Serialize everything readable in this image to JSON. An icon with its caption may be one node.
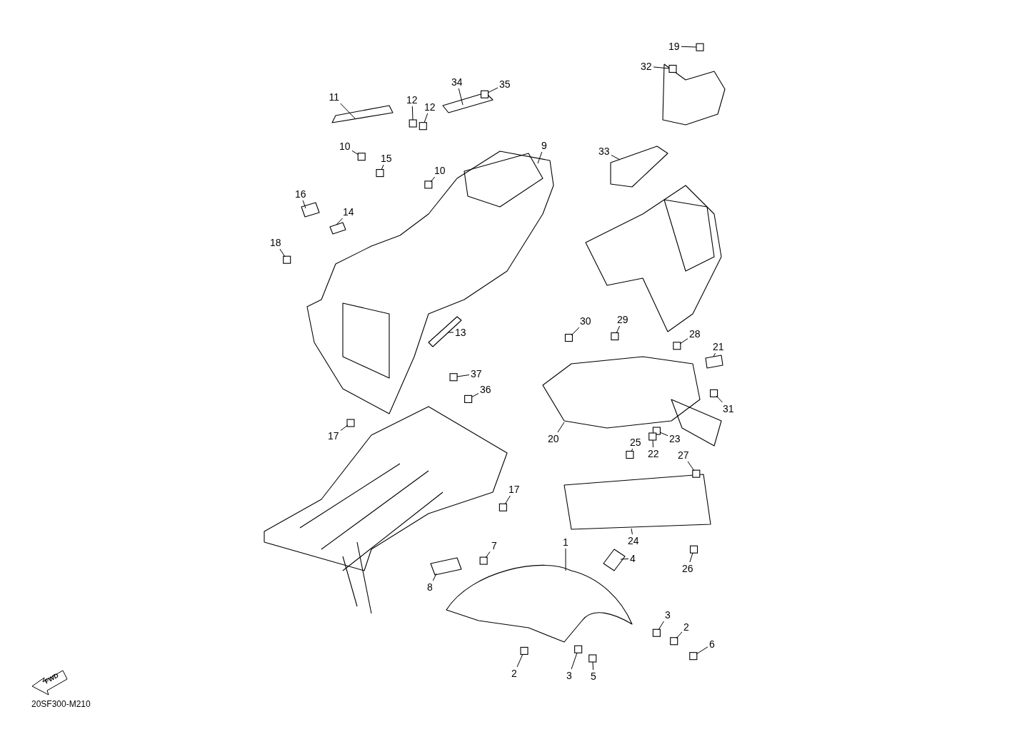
{
  "diagram": {
    "nodes": [
      {
        "text": [
          "19"
        ]
      },
      {
        "text": [
          "32"
        ]
      },
      {
        "text": [
          "34"
        ]
      },
      {
        "text": [
          "35"
        ]
      },
      {
        "text": [
          "11"
        ]
      },
      {
        "text": [
          "12"
        ]
      },
      {
        "text": [
          "12"
        ]
      },
      {
        "text": [
          "9"
        ]
      },
      {
        "text": [
          "10"
        ]
      },
      {
        "text": [
          "15"
        ]
      },
      {
        "text": [
          "33"
        ]
      },
      {
        "text": [
          "10"
        ]
      },
      {
        "text": [
          "16"
        ]
      },
      {
        "text": [
          "14"
        ]
      },
      {
        "text": [
          "18"
        ]
      },
      {
        "text": [
          "30"
        ]
      },
      {
        "text": [
          "29"
        ]
      },
      {
        "text": [
          "28"
        ]
      },
      {
        "text": [
          "13"
        ]
      },
      {
        "text": [
          "21"
        ]
      },
      {
        "text": [
          "37"
        ]
      },
      {
        "text": [
          "31"
        ]
      },
      {
        "text": [
          "36"
        ]
      },
      {
        "text": [
          "20"
        ]
      },
      {
        "text": [
          "17"
        ]
      },
      {
        "text": [
          "23"
        ]
      },
      {
        "text": [
          "22"
        ]
      },
      {
        "text": [
          "25"
        ]
      },
      {
        "text": [
          "27"
        ]
      },
      {
        "text": [
          "17"
        ]
      },
      {
        "text": [
          "24"
        ]
      },
      {
        "text": [
          "1"
        ]
      },
      {
        "text": [
          "7"
        ]
      },
      {
        "text": [
          "4"
        ]
      },
      {
        "text": [
          "26"
        ]
      },
      {
        "text": [
          "8"
        ]
      },
      {
        "text": [
          "3"
        ]
      },
      {
        "text": [
          "2"
        ]
      },
      {
        "text": [
          "6"
        ]
      },
      {
        "text": [
          "2"
        ]
      },
      {
        "text": [
          "3"
        ]
      },
      {
        "text": [
          "5"
        ]
      },
      {
        "text": [],
        "shape": "box"
      },
      {
        "text": [],
        "shape": "box"
      },
      {
        "text": [],
        "shape": "picture"
      },
      {
        "text": [],
        "shape": "box"
      },
      {
        "text": [],
        "shape": "picture"
      },
      {
        "text": [],
        "shape": "box"
      },
      {
        "text": [],
        "shape": "box"
      },
      {
        "text": [],
        "shape": "picture"
      },
      {
        "text": [],
        "shape": "box"
      },
      {
        "text": [],
        "shape": "box"
      },
      {
        "text": [],
        "shape": "picture"
      },
      {
        "text": [],
        "shape": "box"
      },
      {
        "text": [],
        "shape": "picture"
      },
      {
        "text": [],
        "shape": "picture"
      },
      {
        "text": [],
        "shape": "box"
      },
      {
        "text": [],
        "shape": "box"
      },
      {
        "text": [],
        "shape": "box"
      },
      {
        "text": [],
        "shape": "box"
      },
      {
        "text": [],
        "shape": "picture"
      },
      {
        "text": [],
        "shape": "box"
      },
      {
        "text": [],
        "shape": "box"
      },
      {
        "text": [],
        "shape": "box"
      },
      {
        "text": [],
        "shape": "box"
      },
      {
        "text": [],
        "shape": "picture"
      },
      {
        "text": [],
        "shape": "box"
      },
      {
        "text": [],
        "shape": "box"
      },
      {
        "text": [],
        "shape": "box"
      },
      {
        "text": [],
        "shape": "box"
      },
      {
        "text": [],
        "shape": "box"
      },
      {
        "text": [],
        "shape": "box"
      },
      {
        "text": [],
        "shape": "box"
      },
      {
        "text": [],
        "shape": "picture"
      },
      {
        "text": [],
        "shape": "box"
      },
      {
        "text": [],
        "shape": "picture"
      },
      {
        "text": [],
        "shape": "box"
      },
      {
        "text": [],
        "shape": "picture"
      },
      {
        "text": [],
        "shape": "box"
      },
      {
        "text": [],
        "shape": "box"
      },
      {
        "text": [],
        "shape": "box"
      },
      {
        "text": [],
        "shape": "box"
      },
      {
        "text": [],
        "shape": "box"
      },
      {
        "text": [],
        "shape": "box"
      }
    ],
    "edges": [
      {
        "from": 0,
        "to": 42,
        "arrow": "none"
      },
      {
        "from": 1,
        "to": 43,
        "arrow": "none"
      },
      {
        "from": 2,
        "to": 44,
        "arrow": "none"
      },
      {
        "from": 3,
        "to": 45,
        "arrow": "none"
      },
      {
        "from": 4,
        "to": 46,
        "arrow": "none"
      },
      {
        "from": 5,
        "to": 47,
        "arrow": "none"
      },
      {
        "from": 6,
        "to": 48,
        "arrow": "none"
      },
      {
        "from": 7,
        "to": 49,
        "arrow": "none"
      },
      {
        "from": 8,
        "to": 50,
        "arrow": "none"
      },
      {
        "from": 9,
        "to": 51,
        "arrow": "none"
      },
      {
        "from": 10,
        "to": 52,
        "arrow": "none"
      },
      {
        "from": 11,
        "to": 53,
        "arrow": "none"
      },
      {
        "from": 12,
        "to": 54,
        "arrow": "none"
      },
      {
        "from": 13,
        "to": 55,
        "arrow": "none"
      },
      {
        "from": 14,
        "to": 56,
        "arrow": "none"
      },
      {
        "from": 15,
        "to": 57,
        "arrow": "none"
      },
      {
        "from": 16,
        "to": 58,
        "arrow": "none"
      },
      {
        "from": 17,
        "to": 59,
        "arrow": "none"
      },
      {
        "from": 18,
        "to": 60,
        "arrow": "none"
      },
      {
        "from": 19,
        "to": 61,
        "arrow": "none"
      },
      {
        "from": 20,
        "to": 62,
        "arrow": "none"
      },
      {
        "from": 21,
        "to": 63,
        "arrow": "none"
      },
      {
        "from": 22,
        "to": 64,
        "arrow": "none"
      },
      {
        "from": 23,
        "to": 65,
        "arrow": "none"
      },
      {
        "from": 24,
        "to": 66,
        "arrow": "none"
      },
      {
        "from": 25,
        "to": 67,
        "arrow": "none"
      },
      {
        "from": 26,
        "to": 68,
        "arrow": "none"
      },
      {
        "from": 27,
        "to": 69,
        "arrow": "none"
      },
      {
        "from": 28,
        "to": 70,
        "arrow": "none"
      },
      {
        "from": 29,
        "to": 71,
        "arrow": "none"
      },
      {
        "from": 30,
        "to": 72,
        "arrow": "none"
      },
      {
        "from": 31,
        "to": 73,
        "arrow": "none"
      },
      {
        "from": 32,
        "to": 74,
        "arrow": "none"
      },
      {
        "from": 33,
        "to": 75,
        "arrow": "none"
      },
      {
        "from": 34,
        "to": 76,
        "arrow": "none"
      },
      {
        "from": 35,
        "to": 77,
        "arrow": "none"
      },
      {
        "from": 36,
        "to": 78,
        "arrow": "none"
      },
      {
        "from": 37,
        "to": 79,
        "arrow": "none"
      },
      {
        "from": 38,
        "to": 80,
        "arrow": "none"
      },
      {
        "from": 39,
        "to": 81,
        "arrow": "none"
      },
      {
        "from": 40,
        "to": 82,
        "arrow": "none"
      },
      {
        "from": 41,
        "to": 83,
        "arrow": "none"
      }
    ],
    "labels": [
      "FWD",
      "20SF300-M210"
    ]
  }
}
